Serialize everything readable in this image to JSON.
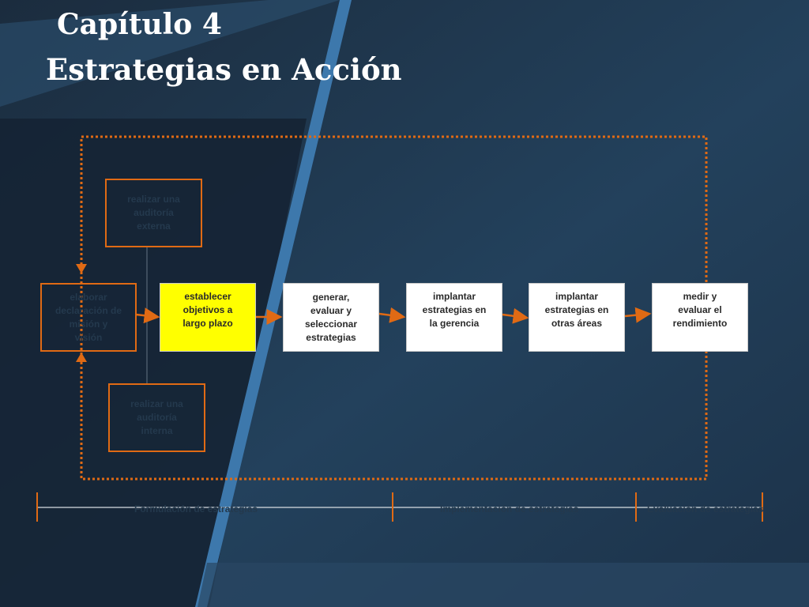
{
  "slide": {
    "title_line1": "Capítulo 4",
    "title_line2": "Estrategias en Acción"
  },
  "diagram": {
    "nodes": {
      "auditoria_externa": "realizar  una\nauditoría\nexterna",
      "auditoria_interna": "realizar  una\nauditoría\ninterna",
      "declaracion": "elaborar\ndeclaración de\nmisión y\nvisión",
      "objetivos": "establecer\nobjetivos a\nlargo plazo",
      "generar": "generar,\nevaluar y\nseleccionar\nestrategias",
      "implantar_gerencia": "implantar\nestrategias en\nla gerencia",
      "implantar_areas": "implantar\nestrategias en\notras áreas",
      "medir": "medir  y\nevaluar  el\nrendimiento"
    },
    "phases": {
      "formulacion": "Formulación de estrategias",
      "implementacion": "Implementación de estrategias",
      "evaluacion": "Evaluación de estrategias"
    },
    "colors": {
      "connector": "#e06a14",
      "highlight": "#ffff00",
      "background": "#1e3348",
      "accent_stripe": "#3d78ac"
    }
  }
}
